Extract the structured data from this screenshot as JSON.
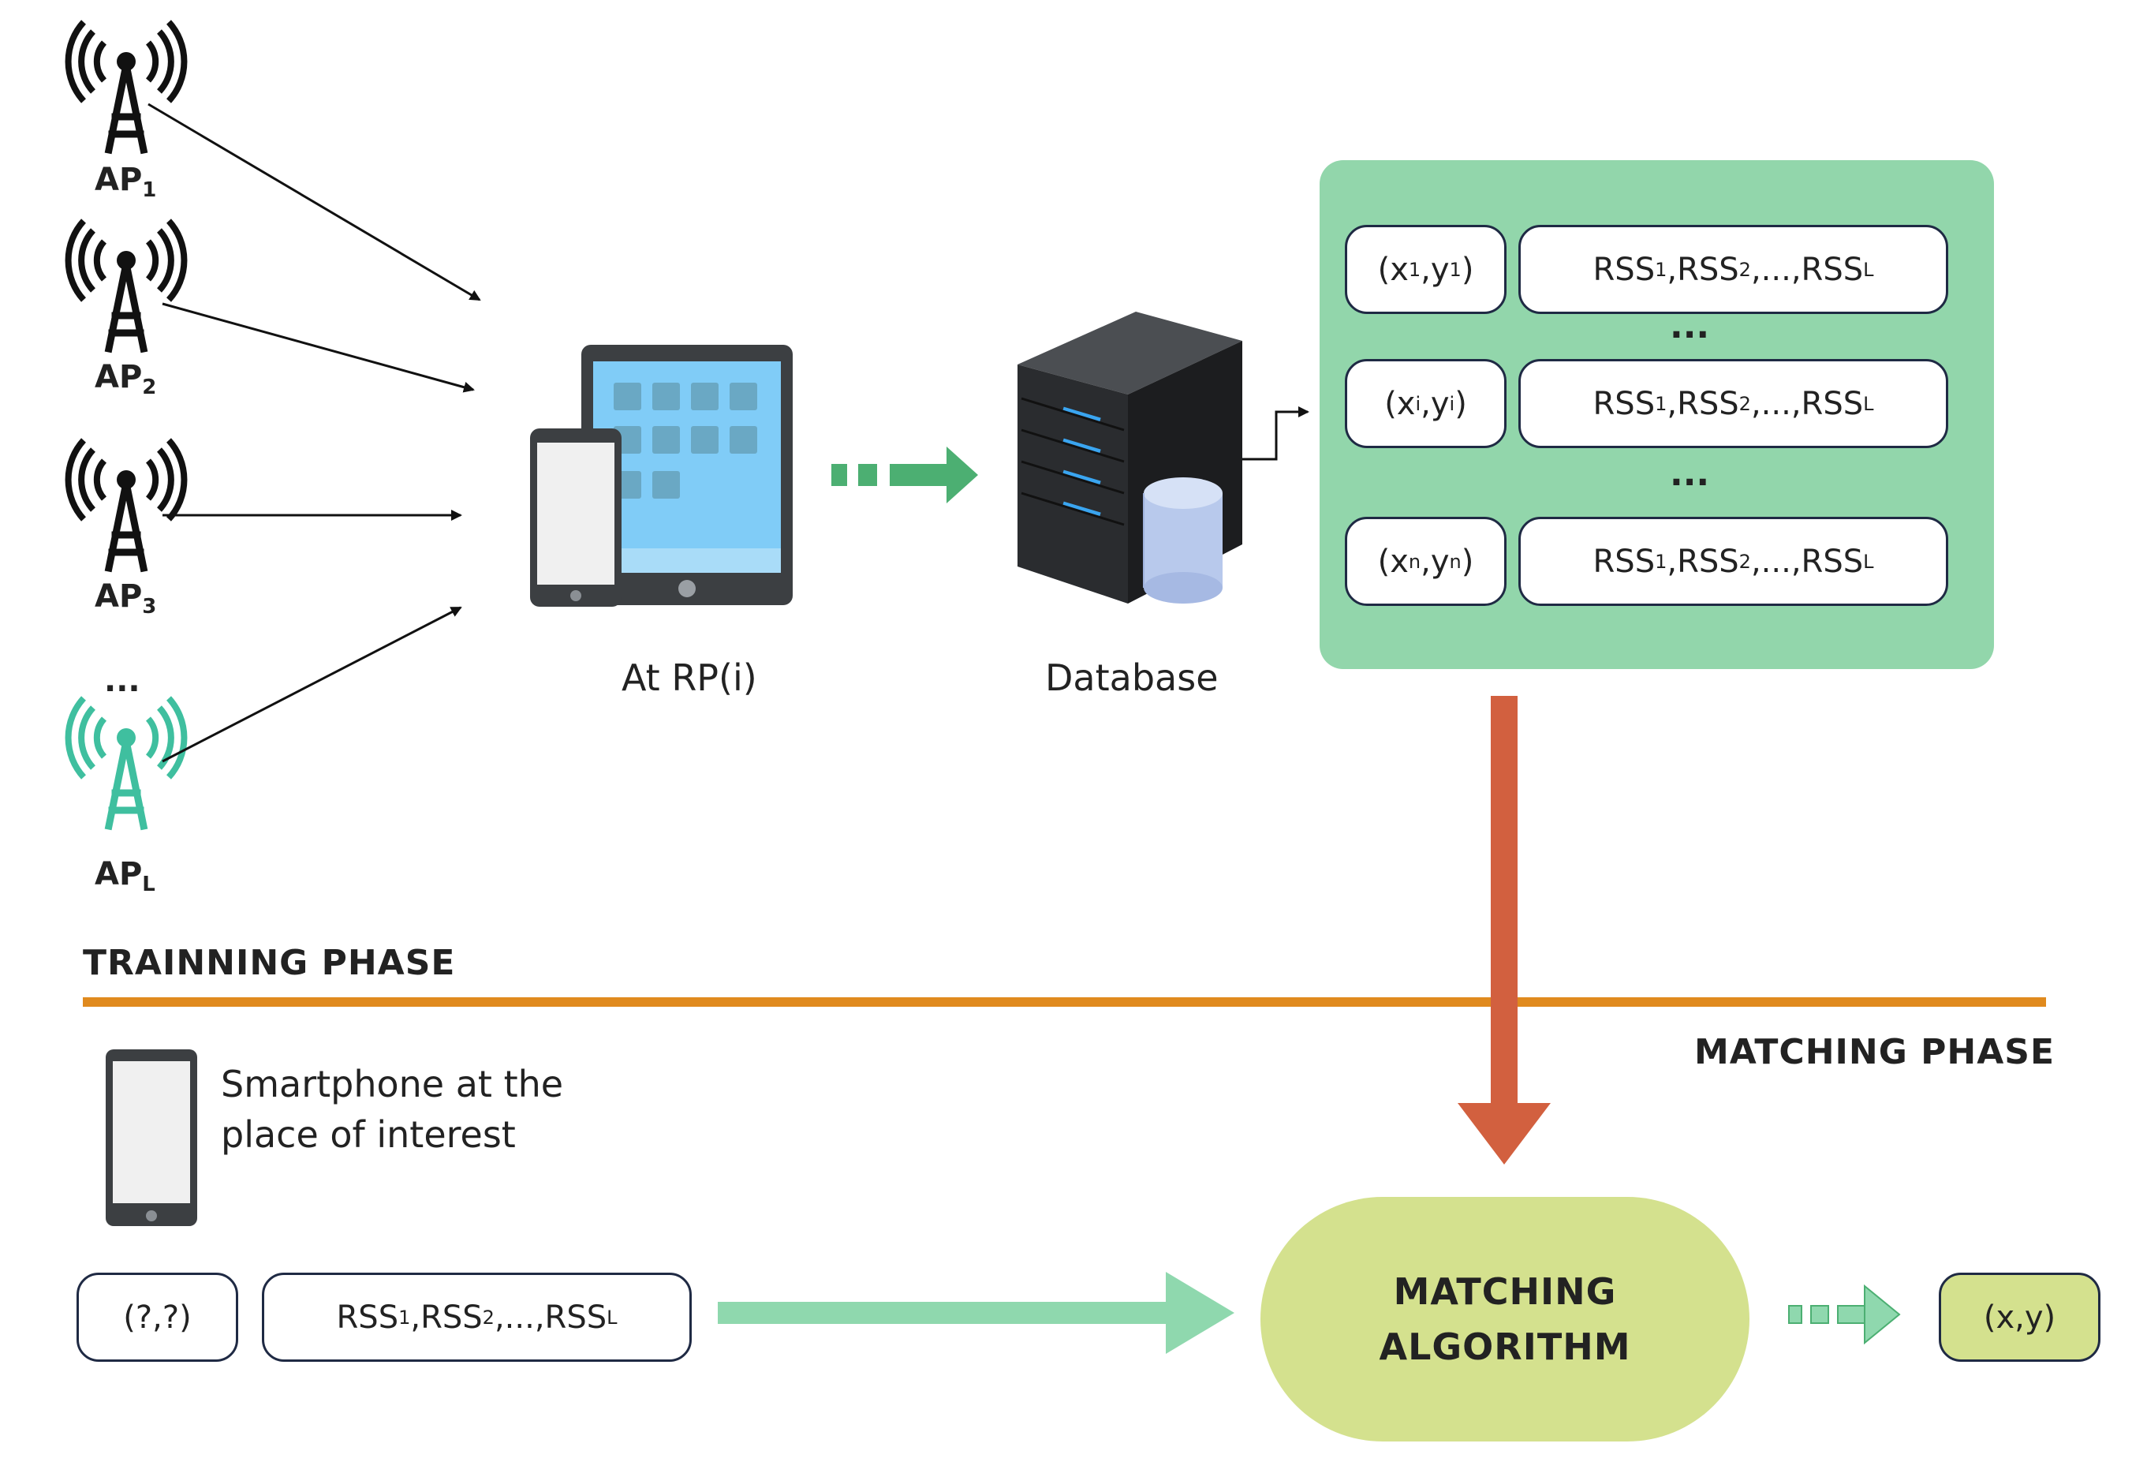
{
  "access_points": [
    {
      "label": "AP",
      "sub": "1",
      "color": "#111111"
    },
    {
      "label": "AP",
      "sub": "2",
      "color": "#111111"
    },
    {
      "label": "AP",
      "sub": "3",
      "color": "#111111"
    },
    {
      "label": "AP",
      "sub": "L",
      "color": "#3fbf9f"
    }
  ],
  "ap_ellipsis": "...",
  "device_caption": "At RP(i)",
  "database_caption": "Database",
  "fingerprint_rows": [
    {
      "coord_x": "x",
      "coord_x_sub": "1",
      "coord_y": "y",
      "coord_y_sub": "1",
      "rss1": "RSS",
      "rss1_sub": "1",
      "rss2": "RSS",
      "rss2_sub": "2",
      "rssL": "RSS",
      "rssL_sub": "L",
      "sep1": ", ",
      "sep2": " ,...,"
    },
    {
      "coord_x": "x",
      "coord_x_sub": "i",
      "coord_y": "y",
      "coord_y_sub": "i",
      "rss1": "RSS",
      "rss1_sub": "1",
      "rss2": "RSS",
      "rss2_sub": "2",
      "rssL": "RSS",
      "rssL_sub": "L",
      "sep1": ", ",
      "sep2": " ,...,"
    },
    {
      "coord_x": "x",
      "coord_x_sub": "n",
      "coord_y": "y",
      "coord_y_sub": "n",
      "rss1": "RSS",
      "rss1_sub": "1",
      "rss2": "RSS",
      "rss2_sub": "2",
      "rssL": "RSS",
      "rssL_sub": "L",
      "sep1": ", ",
      "sep2": " ,...,"
    }
  ],
  "row_ellipsis": "...",
  "training_phase": "TRAINNING PHASE",
  "matching_phase": "MATCHING PHASE",
  "smartphone_text": "Smartphone at the place of interest",
  "query_coord": "(?,?)",
  "query_rss": {
    "rss1": "RSS",
    "rss1_sub": "1",
    "rss2": "RSS",
    "rss2_sub": "2",
    "rssL": "RSS",
    "rssL_sub": "L",
    "sep1": ", ",
    "sep2": " ,...,"
  },
  "matching_algorithm_line1": "MATCHING",
  "matching_algorithm_line2": "ALGORITHM",
  "result": "(x,y)",
  "colors": {
    "panel_green": "#92d6ab",
    "arrow_green": "#4caf72",
    "light_arrow_green": "#8fd8ae",
    "divider_orange": "#e08a1e",
    "down_arrow_red": "#d2603f",
    "algorithm_fill": "#d4e18e",
    "pill_border": "#1f2a44"
  }
}
